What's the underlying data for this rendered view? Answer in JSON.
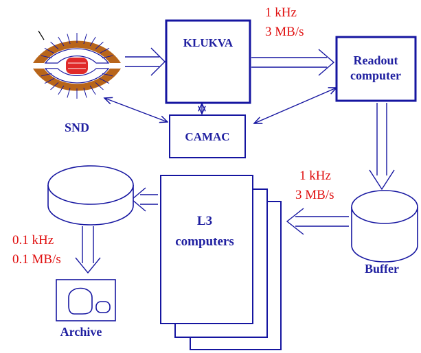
{
  "colors": {
    "accent": "#1515a0",
    "label": "#1f1fa0",
    "rate": "#e01010",
    "detector_ring": "#b8651a",
    "detector_core": "#e02a2a"
  },
  "blocks": {
    "detector": "SND",
    "klukva": "KLUKVA",
    "camac": "CAMAC",
    "readout_line1": "Readout",
    "readout_line2": "computer",
    "buffer": "Buffer",
    "l3_line1": "L3",
    "l3_line2": "computers",
    "archive": "Archive"
  },
  "rates": {
    "klukva_to_readout": {
      "freq": "1 kHz",
      "bandwidth": "3 MB/s"
    },
    "buffer_to_l3": {
      "freq": "1 kHz",
      "bandwidth": "3 MB/s"
    },
    "to_archive": {
      "freq": "0.1 kHz",
      "bandwidth": "0.1 MB/s"
    }
  }
}
